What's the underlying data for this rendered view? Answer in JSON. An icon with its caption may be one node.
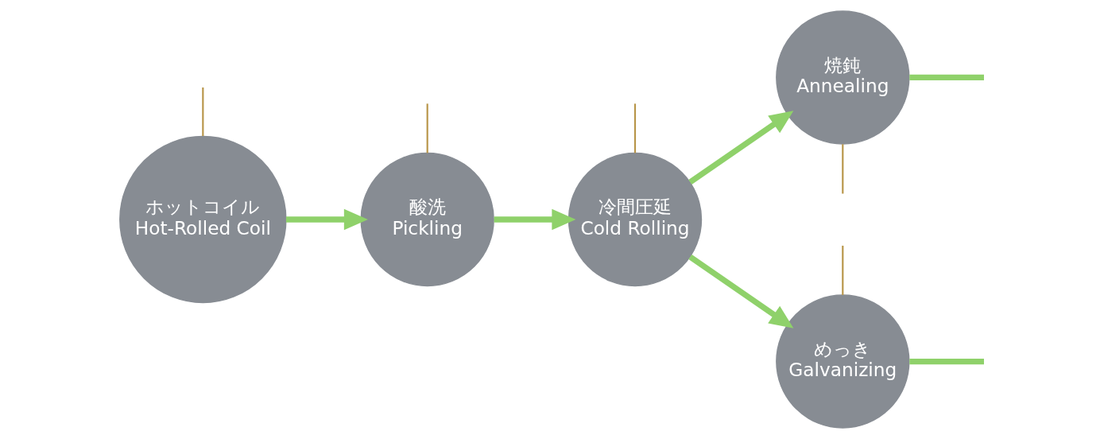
{
  "diagram": {
    "nodes": [
      {
        "text": [
          "ホットコイル",
          "Hot-Rolled Coil"
        ]
      },
      {
        "text": [
          "酸洗",
          "Pickling"
        ]
      },
      {
        "text": [
          "冷間圧延",
          "Cold Rolling"
        ]
      },
      {
        "text": [
          "めっき",
          "Galvanizing"
        ]
      },
      {
        "text": [
          "焼鈍",
          "Annealing"
        ]
      }
    ],
    "edges": [
      {
        "from": 0,
        "to": 1,
        "arrow": "to"
      },
      {
        "from": 1,
        "to": 2,
        "arrow": "to"
      },
      {
        "from": 2,
        "to": 3,
        "arrow": "to"
      },
      {
        "from": 2,
        "to": 4,
        "arrow": "to"
      },
      {
        "from": 3,
        "to": null,
        "arrow": "none"
      },
      {
        "from": 4,
        "to": null,
        "arrow": "none"
      },
      {
        "from": null,
        "to": 0,
        "arrow": "none",
        "color": "#b8964a"
      },
      {
        "from": null,
        "to": 1,
        "arrow": "none",
        "color": "#b8964a"
      },
      {
        "from": null,
        "to": 2,
        "arrow": "none",
        "color": "#b8964a"
      },
      {
        "from": null,
        "to": 3,
        "arrow": "none",
        "color": "#b8964a"
      },
      {
        "from": 4,
        "to": null,
        "arrow": "none",
        "color": "#b8964a"
      }
    ]
  }
}
